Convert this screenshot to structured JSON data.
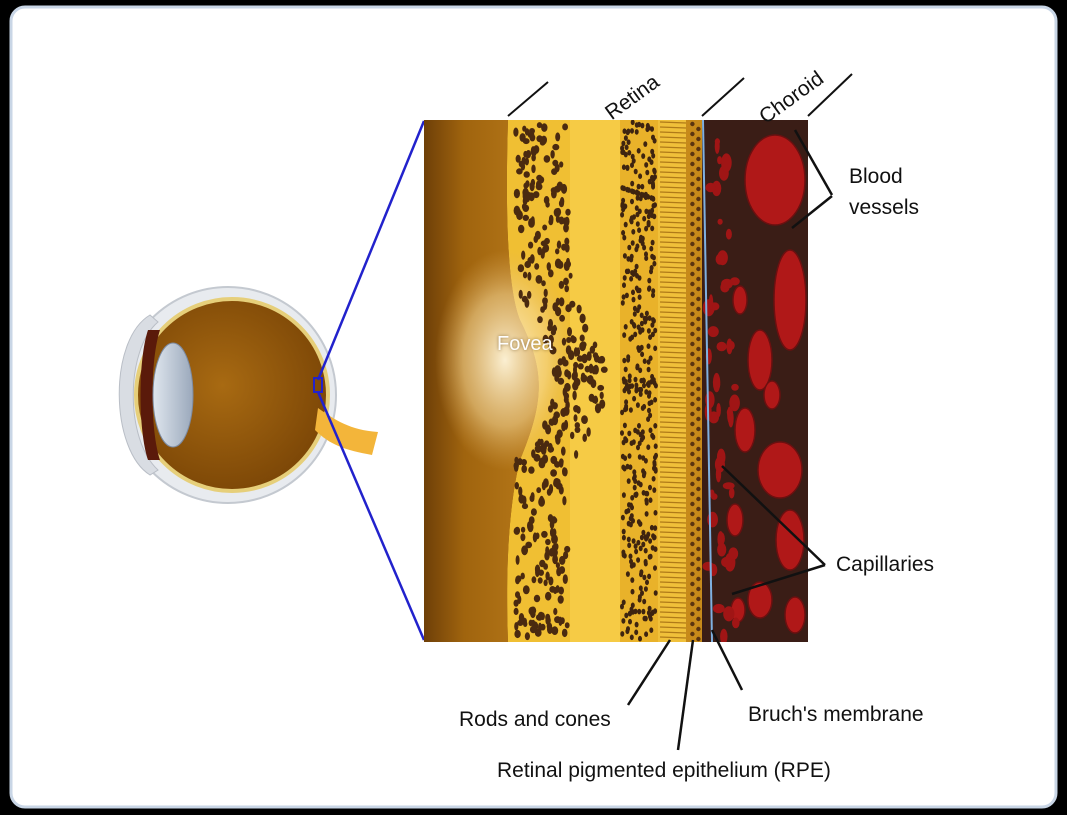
{
  "labels": {
    "retina": "Retina",
    "choroid": "Choroid",
    "fovea": "Fovea",
    "blood_vessels": [
      "Blood",
      "vessels"
    ],
    "capillaries": "Capillaries",
    "rods_and_cones": "Rods and cones",
    "bruchs_membrane": "Bruch's membrane",
    "rpe": "Retinal pigmented epithelium (RPE)"
  },
  "colors": {
    "background": "#000000",
    "panel": "#ffffff",
    "panel_border": "#c9d6e6",
    "zoom_lines": "#2222cc",
    "leader_lines": "#111111",
    "retina_yellow": "#f2c033",
    "vitreous_brown": "#a0640e",
    "choroid_dark": "#3a1d16",
    "vessel_red": "#b01818",
    "bruch_blue": "#7fb0e0"
  }
}
